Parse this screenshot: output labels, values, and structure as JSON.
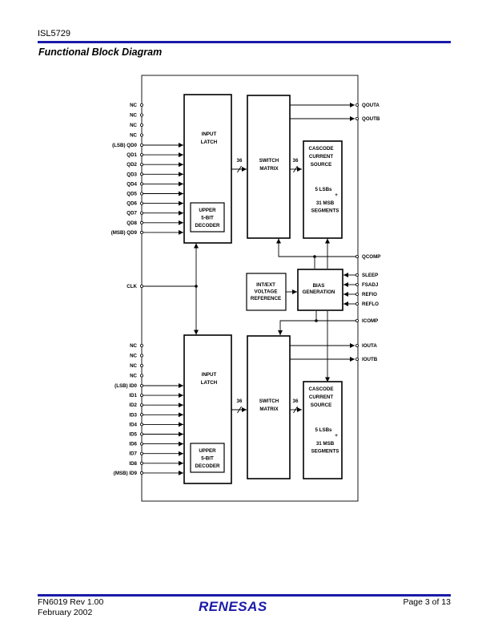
{
  "header": {
    "doc_id": "ISL5729"
  },
  "section_title": "Functional Block Diagram",
  "diagram": {
    "q_channel": {
      "nc_pins": [
        "NC",
        "NC",
        "NC",
        "NC"
      ],
      "data_pins": [
        "(LSB) QD0",
        "QD1",
        "QD2",
        "QD3",
        "QD4",
        "QD5",
        "QD6",
        "QD7",
        "QD8",
        "(MSB) QD9"
      ],
      "latch_lines": [
        "INPUT",
        "LATCH"
      ],
      "decoder_lines": [
        "UPPER",
        "5-BIT",
        "DECODER"
      ],
      "bus_in": "36",
      "matrix_lines": [
        "SWITCH",
        "MATRIX"
      ],
      "bus_out": "36",
      "source_lines": [
        "CASCODE",
        "CURRENT",
        "SOURCE"
      ],
      "source_lsb": "5 LSBs",
      "source_plus": "+",
      "source_msb_lines": [
        "31 MSB",
        "SEGMENTS"
      ],
      "outputs": [
        "QOUTA",
        "QOUTB"
      ],
      "comp": "QCOMP"
    },
    "i_channel": {
      "nc_pins": [
        "NC",
        "NC",
        "NC",
        "NC"
      ],
      "data_pins": [
        "(LSB) ID0",
        "ID1",
        "ID2",
        "ID3",
        "ID4",
        "ID5",
        "ID6",
        "ID7",
        "ID8",
        "(MSB) ID9"
      ],
      "latch_lines": [
        "INPUT",
        "LATCH"
      ],
      "decoder_lines": [
        "UPPER",
        "5-BIT",
        "DECODER"
      ],
      "bus_in": "36",
      "matrix_lines": [
        "SWITCH",
        "MATRIX"
      ],
      "bus_out": "36",
      "source_lines": [
        "CASCODE",
        "CURRENT",
        "SOURCE"
      ],
      "source_lsb": "5 LSBs",
      "source_plus": "+",
      "source_msb_lines": [
        "31 MSB",
        "SEGMENTS"
      ],
      "outputs": [
        "IOUTA",
        "IOUTB"
      ],
      "comp": "ICOMP"
    },
    "clock": "CLK",
    "reference_lines": [
      "INT/EXT",
      "VOLTAGE",
      "REFERENCE"
    ],
    "bias_lines": [
      "BIAS",
      "GENERATION"
    ],
    "bias_pins": [
      "SLEEP",
      "FSADJ",
      "REFIO",
      "REFLO"
    ]
  },
  "footer": {
    "doc_number": "FN6019  Rev 1.00",
    "date": "February 2002",
    "logo": "RENESAS",
    "page": "Page 3 of 13"
  },
  "colors": {
    "rule": "#1a1aa8",
    "logo": "#1a1aa8"
  }
}
